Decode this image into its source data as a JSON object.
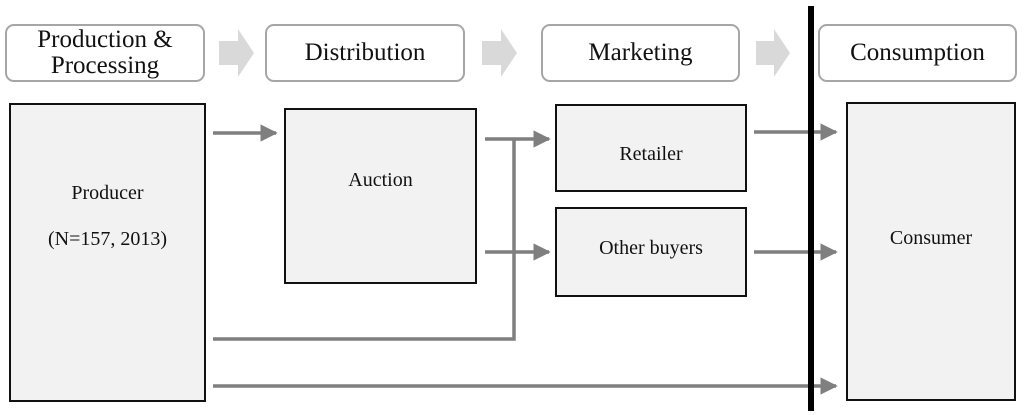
{
  "stages": [
    {
      "id": "production",
      "label": "Production &\nProcessing"
    },
    {
      "id": "distribution",
      "label": "Distribution"
    },
    {
      "id": "marketing",
      "label": "Marketing"
    },
    {
      "id": "consumption",
      "label": "Consumption"
    }
  ],
  "nodes": {
    "producer": {
      "label": "Producer",
      "sub": "(N=157, 2013)"
    },
    "auction": {
      "label": "Auction"
    },
    "retailer": {
      "label": "Retailer"
    },
    "other_buyers": {
      "label": "Other buyers"
    },
    "consumer": {
      "label": "Consumer"
    }
  },
  "colors": {
    "stage_border": "#a6a6a6",
    "stage_arrow": "#d9d9d9",
    "flow_arrow": "#7f7f7f",
    "box_fill": "#f2f2f2",
    "box_border": "#111111",
    "divider": "#000000"
  }
}
